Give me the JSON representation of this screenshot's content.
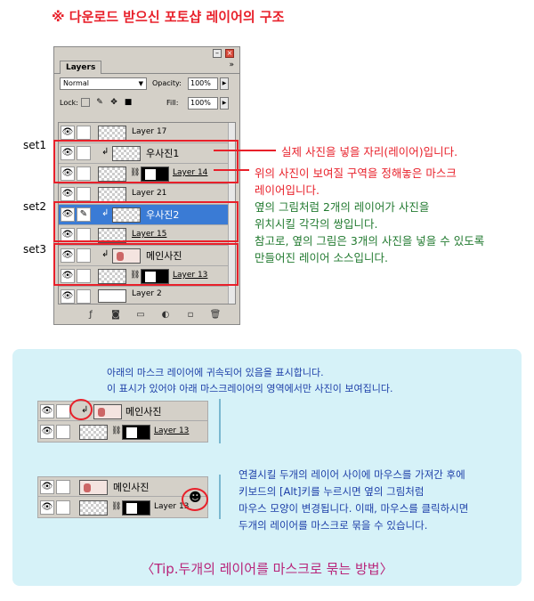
{
  "title": "※ 다운로드 받으신 포토샵 레이어의 구조",
  "panel": {
    "tab": "Layers",
    "tab_menu": "»",
    "blend_mode": "Normal",
    "opacity_label": "Opacity:",
    "opacity_value": "100%",
    "lock_label": "Lock:",
    "fill_label": "Fill:",
    "fill_value": "100%",
    "layers": [
      {
        "name": "Layer 17"
      },
      {
        "name": "우사진1"
      },
      {
        "name": "Layer 14"
      },
      {
        "name": "Layer 21"
      },
      {
        "name": "우사진2"
      },
      {
        "name": "Layer 15"
      },
      {
        "name": "메인사진"
      },
      {
        "name": "Layer 13"
      },
      {
        "name": "Layer 2"
      }
    ]
  },
  "sets": [
    "set1",
    "set2",
    "set3"
  ],
  "annotations": {
    "a1": "실제 사진을 넣을 자리(레이어)입니다.",
    "a2_line1": "위의 사진이 보여질 구역을 정해놓은 마스크",
    "a2_line2": "레이어입니다.",
    "g1": "옆의 그림처럼 2개의 레이어가 사진을",
    "g2": "위치시킬 각각의 쌍입니다.",
    "g3": "참고로, 옆의 그림은 3개의 사진을 넣을 수 있도록",
    "g4": "만들어진 레이어 소스입니다."
  },
  "tip": {
    "note1": "아래의 마스크 레이어에 귀속되어 있음을 표시합니다.",
    "note2": "이 표시가 있어야 아래 마스크레이어의 영역에서만 사진이 보여집니다.",
    "row_main": "메인사진",
    "row_layer": "Layer 13",
    "desc1": "연결시킬 두개의 레이어 사이에 마우스를 가져간 후에",
    "desc2": "키보드의 [Alt]키를 누르시면 옆의 그림처럼",
    "desc3": "마우스 모양이 변경됩니다. 이때, 마우스를 클릭하시면",
    "desc4": "두개의 레이어를 마스크로 묶을 수 있습니다.",
    "caption": "〈Tip.두개의 레이어를 마스크로 묶는 방법〉"
  },
  "colors": {
    "accent_red": "#e8202a",
    "note_green": "#227a30",
    "tip_bg": "#d6f2f8",
    "tip_caption": "#b8257a",
    "selected_layer": "#3a7bd5"
  }
}
